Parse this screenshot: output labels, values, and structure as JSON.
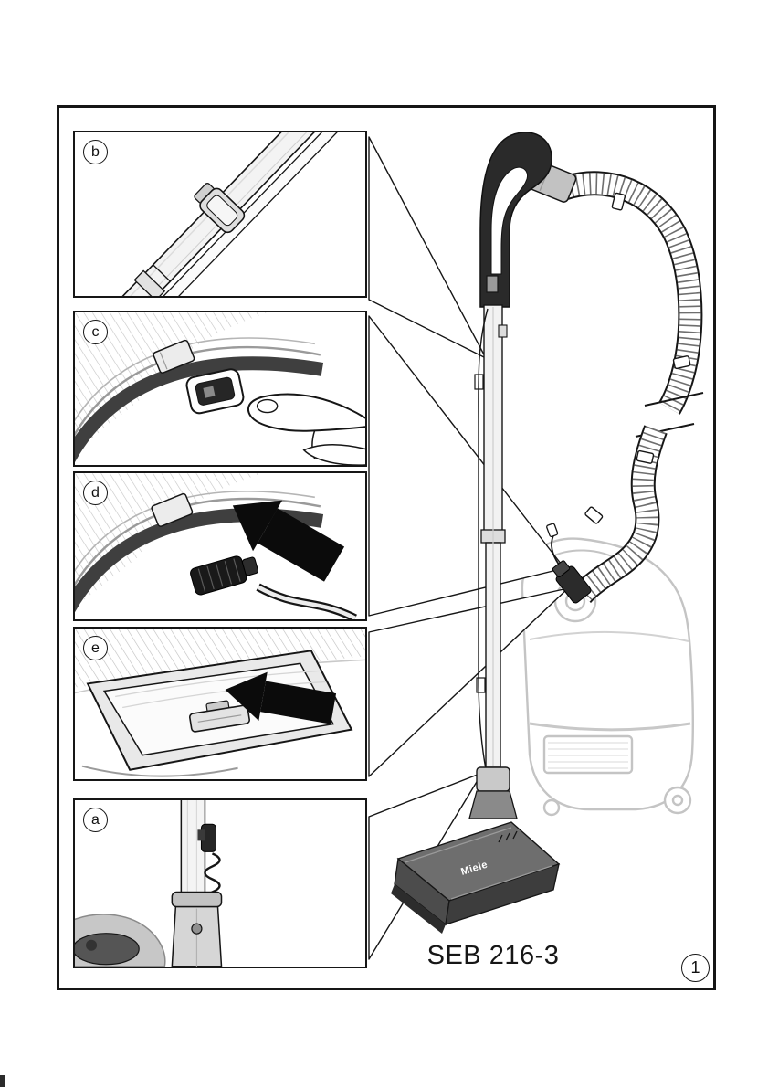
{
  "page": {
    "model_label": "SEB 216-3",
    "figure_number": "1"
  },
  "panels": [
    {
      "label": "b"
    },
    {
      "label": "c"
    },
    {
      "label": "d"
    },
    {
      "label": "e"
    },
    {
      "label": "a"
    }
  ],
  "main": {
    "brand_label": "Miele"
  }
}
